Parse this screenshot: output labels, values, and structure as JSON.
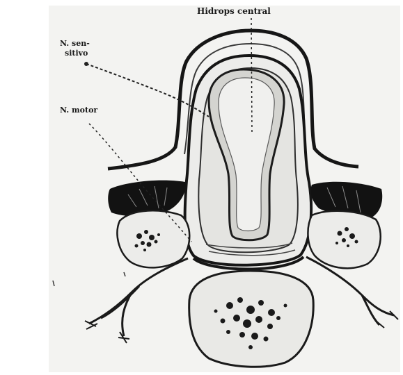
{
  "labels": {
    "hidrops": "Hidrops central",
    "sensitivo_line1": "N. sen-",
    "sensitivo_line2": "sitivo",
    "motor": "N. motor"
  },
  "colors": {
    "paper": "#f2f2f0",
    "ink": "#161616",
    "tissue": "#e6e6e3"
  }
}
